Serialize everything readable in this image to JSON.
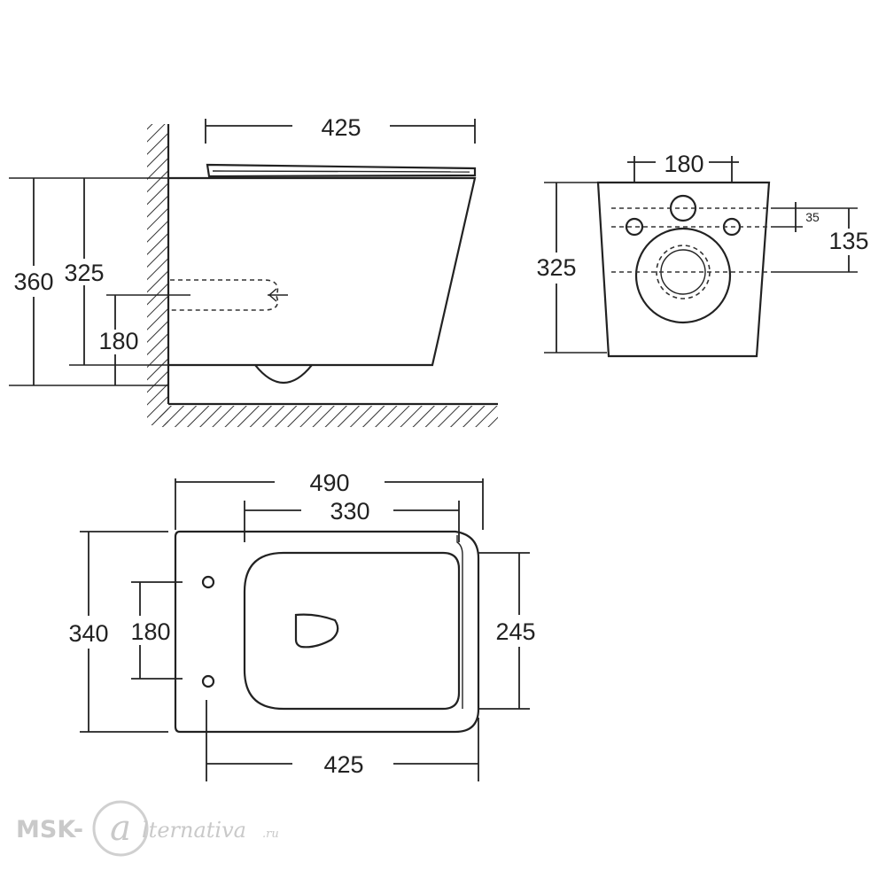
{
  "side_view": {
    "width_top": "425",
    "total_height": "360",
    "body_height": "325",
    "outlet_height": "180"
  },
  "rear_view": {
    "bolt_spacing": "180",
    "height": "325",
    "inlet_offset": "35",
    "outlet_offset": "135"
  },
  "top_view": {
    "total_length": "490",
    "seat_length": "330",
    "width": "340",
    "bolt_spacing": "180",
    "seat_width": "245",
    "bowl_length": "425"
  },
  "watermark": {
    "prefix": "MSK-",
    "letter": "a",
    "suffix": "lternativa",
    "domain": ".ru"
  }
}
